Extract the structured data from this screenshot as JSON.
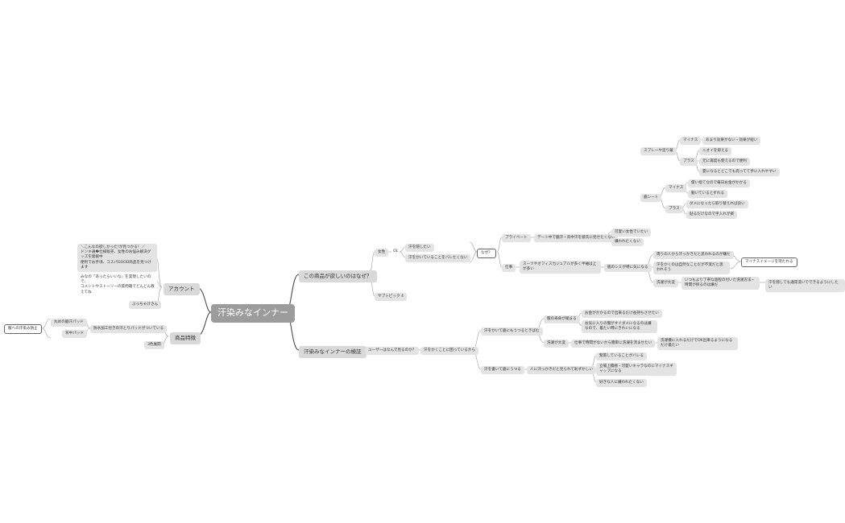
{
  "diagram": {
    "root": "汗染みなインナー",
    "left": {
      "account": {
        "label": "アカウント",
        "intro": "＼こんなの欲しかった!が見つかる！／\nドンキ通�仕様販売、女性のお悩み解決グッズを発掘中\n便利でお手頃、コスパGOOD商品を見つけます",
        "ask": "みなの「あったらいいな」を実現したいので、\nコメントやストーリーの質問箱でどんどん教えてね",
        "name": "ぶっちゃけさん"
      },
      "product": {
        "label": "商品特徴",
        "feature": "防水加工付きの汗とりパッドがついている",
        "pad1": "丸めの脇汗パッド",
        "pad2": "背中パッド",
        "benefit": "服への汗染み防止",
        "colors": "3色展開"
      }
    },
    "right": {
      "why": {
        "label": "この商品が欲しいのはなぜ？",
        "woman": "女性",
        "ol": "OL",
        "want1": "汗を隠したい",
        "want2": "汗をかいていることをバレたくない",
        "naze": "なぜ？",
        "private": "プライベート",
        "date": "デート中で脇汗・背中汗を彼氏に見せたくない",
        "cute1": "可愛い女性でいたい",
        "cute2": "嫌われたくない",
        "work": "仕事",
        "office": "スーツやオフィスカジュアルが多く半袖は上が多い",
        "armpit": "脇のシミが特に気になる",
        "worry1": "周りの人から汗っかきだと思われるのが嫌だ",
        "worry2": "汗をかくのは自然なことだが不潔だと思われそう",
        "image": "マイナスイメージを持たれる",
        "wash": "洗濯が大変",
        "washNote": "いつもより丁寧な過程の付いた洗濯方法・時間が掛るのは嫌だ",
        "washNeed": "汗を隠しても通常洗いでできるようにしたい",
        "spray": "スプレーや塗り薬",
        "sprayMinus": "マイナス",
        "sprayMinus1": "あまり効果がない・効果が短い",
        "sprayPlus": "プラス",
        "sprayPlus1": "ニオイを抑える",
        "sprayPlus2": "元に再度も使えるので便利",
        "sprayPlus3": "夏になるとどこでも売ってて手に入れやすい",
        "sheet": "脇シート",
        "sheetMinus": "マイナス",
        "sheetMinus1": "使い捨てなので毎日お金がかかる",
        "sheetMinus2": "動いているとずれる",
        "sheetPlus": "プラス",
        "sheetPlus1": "ダメになったら取り替えれば良い",
        "sheetPlus2": "貼るだけなので手入れが楽",
        "subtopic": "サブトピック 4"
      },
      "verify": {
        "label": "汗染みなインナーの検証",
        "q": "ユーザーはなんで見るのか？",
        "a": "汗をかくことに困っているから",
        "armpitBranch": "汗をかいて脇にもうつるときばむ",
        "sweat": "服の寿命が縮まる",
        "sweat1": "お金がかかるので出来るだけ長持ちさせたい",
        "sweat2": "お気に入りの服がすぐダメになるのは嫌なので、着たい時にきれいになる",
        "washBranch": "洗濯が大変",
        "washTime": "仕事で時間がないから簡単に洗濯を済ませたい",
        "washSolve": "洗濯機に入れるだけでOK出来るようになるだけ最たい",
        "visibleBranch": "汗を書いて脇にうつる",
        "shame": "人に汗っかきだと見られて恥ずかしい",
        "shame1": "緊張していることがバレる",
        "shame2": "立場上積極・可愛いキャラなのにマイナスギャップになる",
        "shame3": "好きな人に嫌われたくない"
      }
    }
  }
}
